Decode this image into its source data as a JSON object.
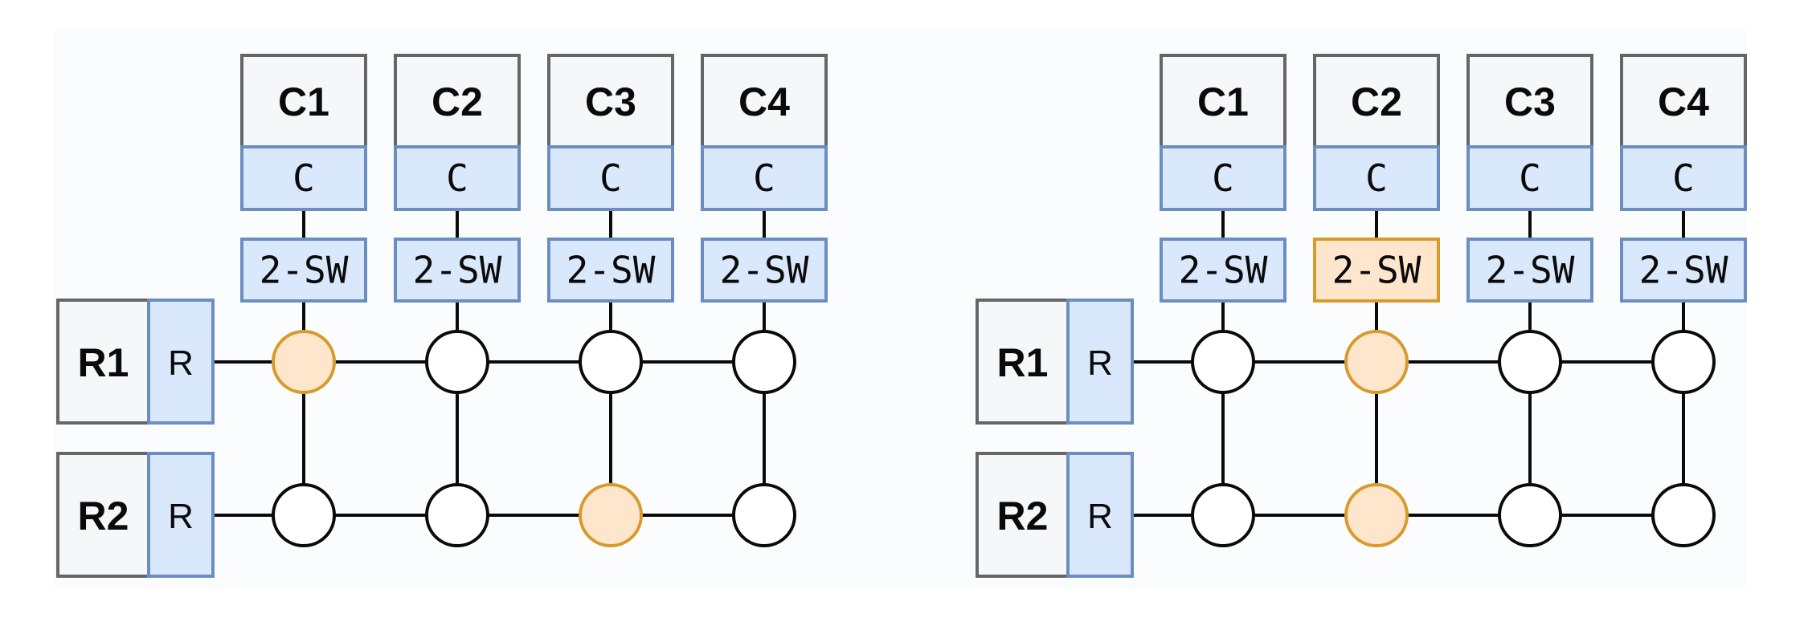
{
  "diagram": {
    "panels": [
      {
        "id": "left",
        "columns": [
          {
            "label": "C1",
            "sub_label": "C",
            "switch_label": "2-SW",
            "switch_highlighted": false
          },
          {
            "label": "C2",
            "sub_label": "C",
            "switch_label": "2-SW",
            "switch_highlighted": false
          },
          {
            "label": "C3",
            "sub_label": "C",
            "switch_label": "2-SW",
            "switch_highlighted": false
          },
          {
            "label": "C4",
            "sub_label": "C",
            "switch_label": "2-SW",
            "switch_highlighted": false
          }
        ],
        "rows": [
          {
            "label": "R1",
            "sub_label": "R",
            "highlighted_nodes": [
              0
            ]
          },
          {
            "label": "R2",
            "sub_label": "R",
            "highlighted_nodes": [
              2
            ]
          }
        ]
      },
      {
        "id": "right",
        "columns": [
          {
            "label": "C1",
            "sub_label": "C",
            "switch_label": "2-SW",
            "switch_highlighted": false
          },
          {
            "label": "C2",
            "sub_label": "C",
            "switch_label": "2-SW",
            "switch_highlighted": true
          },
          {
            "label": "C3",
            "sub_label": "C",
            "switch_label": "2-SW",
            "switch_highlighted": false
          },
          {
            "label": "C4",
            "sub_label": "C",
            "switch_label": "2-SW",
            "switch_highlighted": false
          }
        ],
        "rows": [
          {
            "label": "R1",
            "sub_label": "R",
            "highlighted_nodes": [
              1
            ]
          },
          {
            "label": "R2",
            "sub_label": "R",
            "highlighted_nodes": [
              1
            ]
          }
        ]
      }
    ],
    "colors": {
      "highlight_fill": "#fee6cc",
      "highlight_stroke": "#d79b2c",
      "blue_fill": "#dae8fc",
      "blue_stroke": "#6c8ebf",
      "gray_fill": "#f5f7f8",
      "gray_stroke": "#666666"
    }
  }
}
